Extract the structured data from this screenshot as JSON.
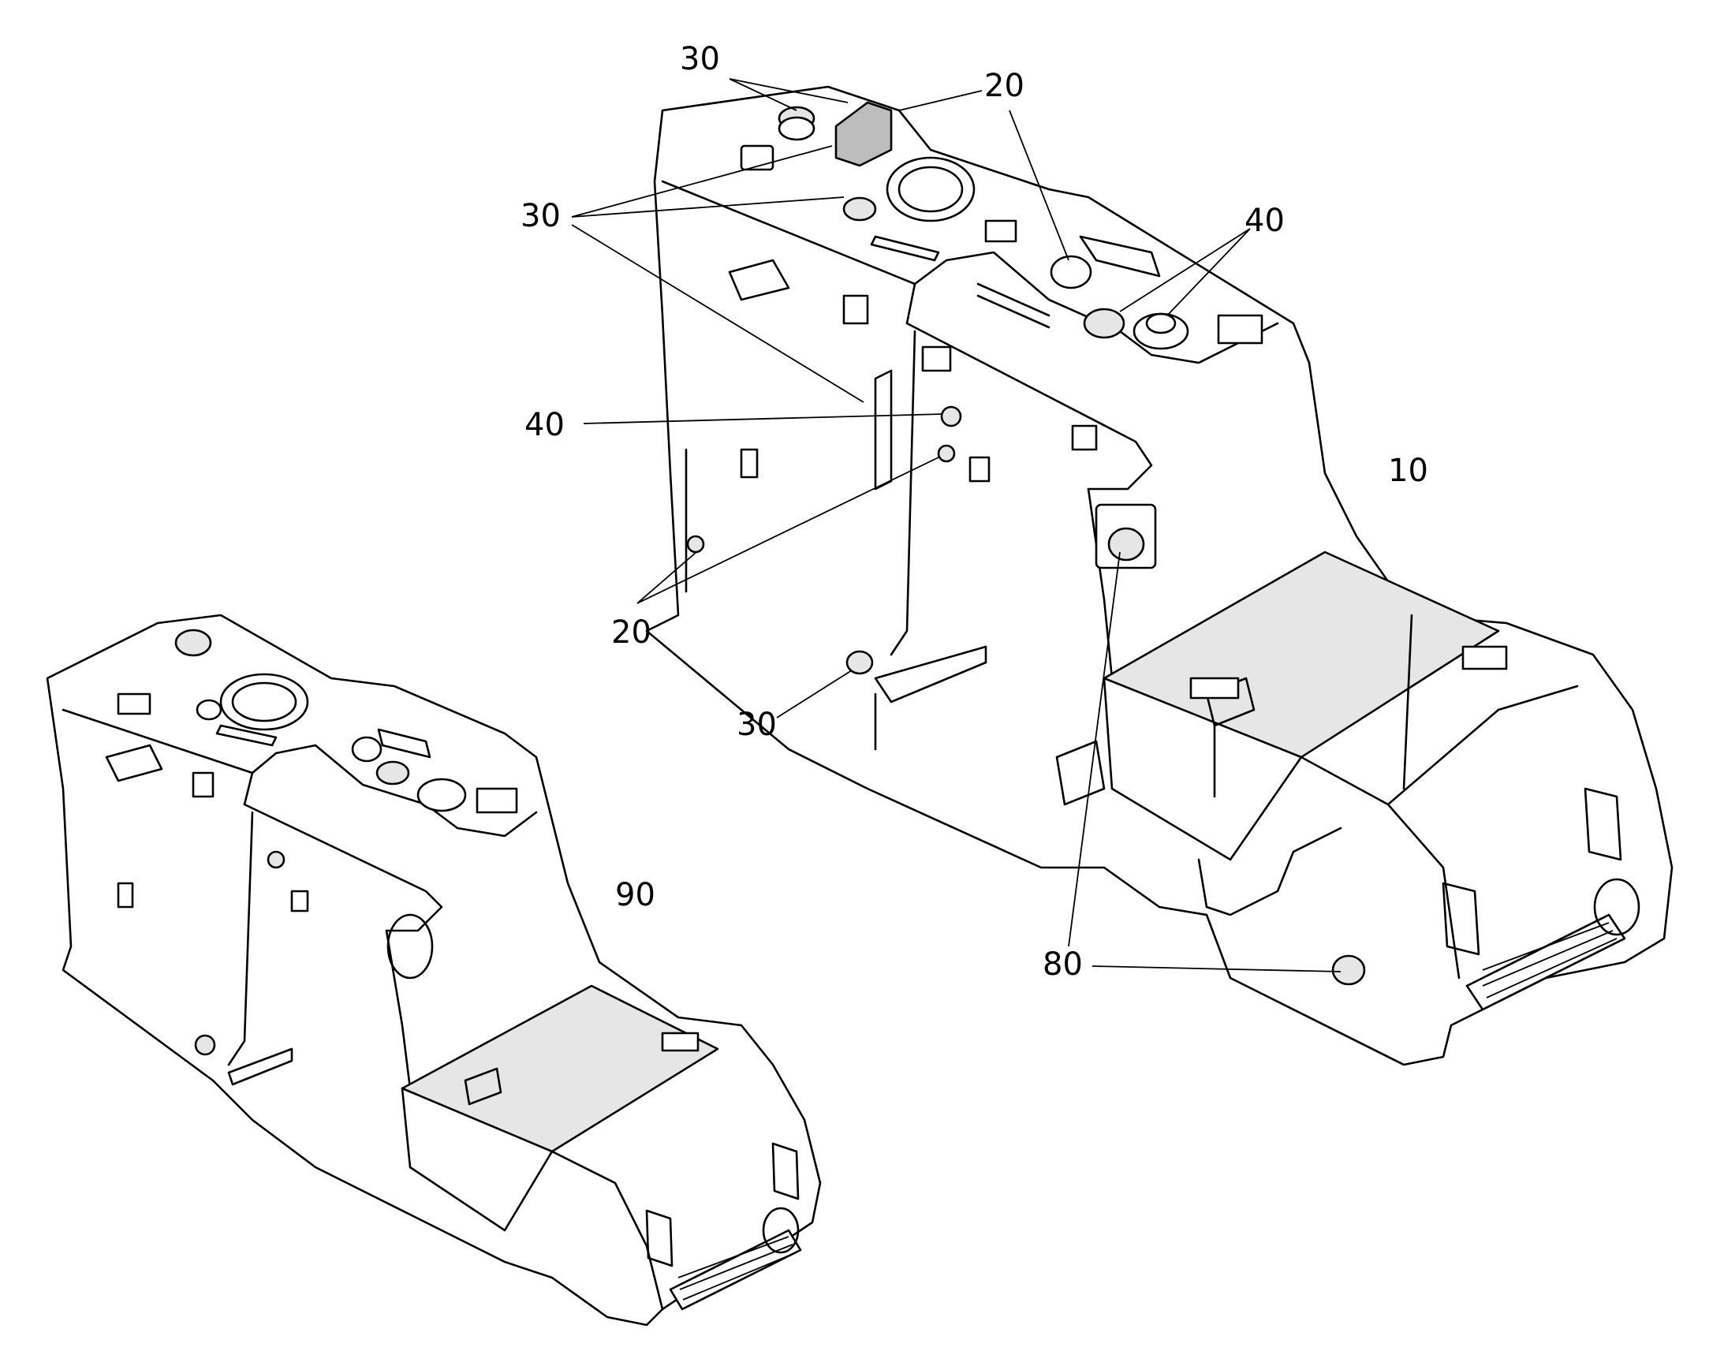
{
  "diagram": {
    "part_labels": {
      "p10": "10",
      "p20a": "20",
      "p20b": "20",
      "p30a": "30",
      "p30b": "30",
      "p30c": "30",
      "p40a": "40",
      "p40b": "40",
      "p80": "80",
      "p90": "90"
    },
    "colors": {
      "line": "#000000",
      "background": "#ffffff",
      "shade": "#e6e6e6"
    }
  }
}
